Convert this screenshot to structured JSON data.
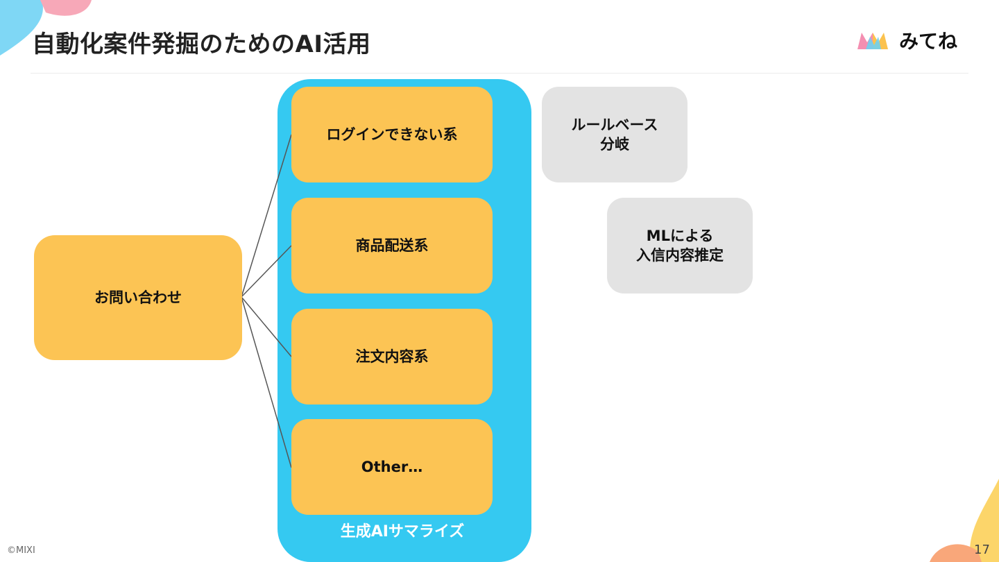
{
  "header": {
    "title": "自動化案件発掘のためのAI活用",
    "brand_name": "みてね"
  },
  "diagram": {
    "source_node": "お問い合わせ",
    "panel_label": "生成AIサマライズ",
    "categories": [
      "ログインできない系",
      "商品配送系",
      "注文内容系",
      "Other…"
    ],
    "side_notes": [
      {
        "line1": "ルールベース",
        "line2": "分岐"
      },
      {
        "line1": "MLによる",
        "line2": "入信内容推定"
      }
    ]
  },
  "footer": {
    "copyright": "©MIXI",
    "page_number": "17"
  },
  "colors": {
    "orange_box": "#fcc454",
    "blue_panel": "#35c9f1",
    "gray_box": "#e3e3e3",
    "connector": "#555555"
  }
}
